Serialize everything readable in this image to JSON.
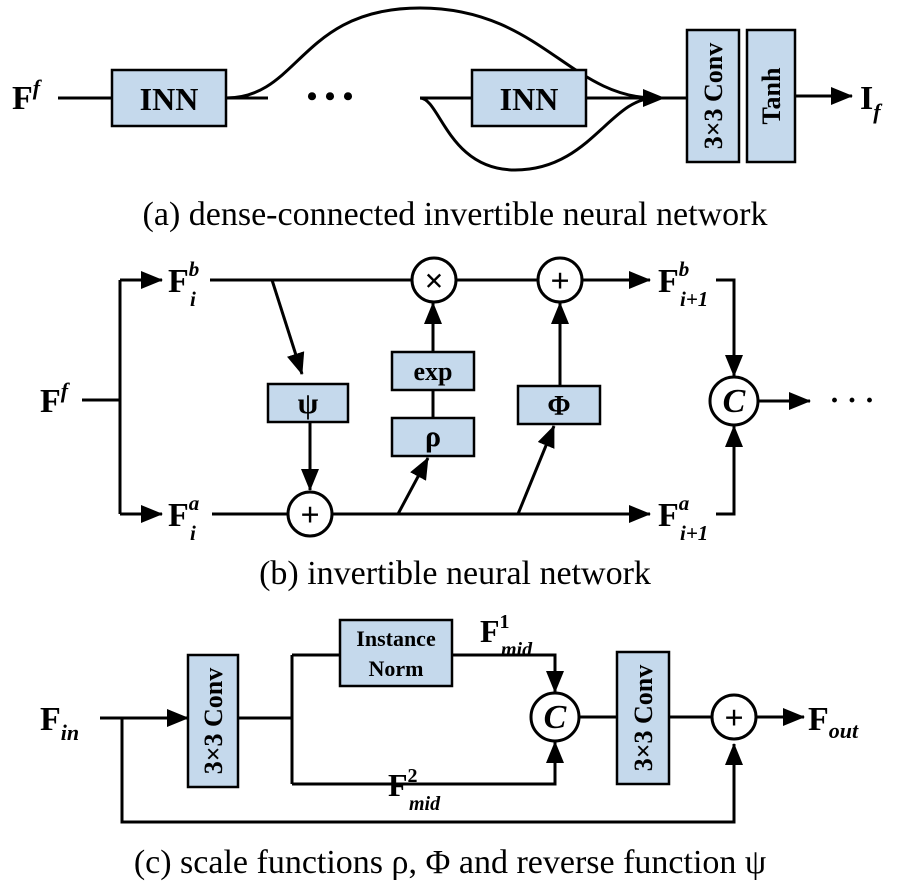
{
  "panel_a": {
    "caption": "(a) dense-connected invertible neural network",
    "input": {
      "main": "F",
      "sup": "f"
    },
    "output": {
      "main": "I",
      "sub": "f"
    },
    "inn_block_1": "INN",
    "inn_block_2": "INN",
    "ellipsis": "• • •",
    "conv": "3×3 Conv",
    "tanh": "Tanh"
  },
  "panel_b": {
    "caption": "(b) invertible neural network",
    "input": {
      "main": "F",
      "sup": "f"
    },
    "fib": {
      "main": "F",
      "sup": "b",
      "sub": "i"
    },
    "fia": {
      "main": "F",
      "sup": "a",
      "sub": "i"
    },
    "fib_next": {
      "main": "F",
      "sup": "b",
      "sub": "i+1"
    },
    "fia_next": {
      "main": "F",
      "sup": "a",
      "sub": "i+1"
    },
    "psi": "ψ",
    "exp": "exp",
    "rho": "ρ",
    "phi": "Φ",
    "multiply": "×",
    "plus": "+",
    "concat": "C",
    "ellipsis": "· · ·"
  },
  "panel_c": {
    "caption": "(c) scale functions ρ, Φ and reverse function ψ",
    "input": {
      "main": "F",
      "sub": "in"
    },
    "output": {
      "main": "F",
      "sub": "out"
    },
    "conv_1": "3×3 Conv",
    "conv_2": "3×3 Conv",
    "instance_norm_line1": "Instance",
    "instance_norm_line2": "Norm",
    "fmid1": {
      "main": "F",
      "sup": "1",
      "sub": "mid"
    },
    "fmid2": {
      "main": "F",
      "sup": "2",
      "sub": "mid"
    },
    "concat": "C",
    "plus": "+"
  },
  "colors": {
    "block_fill": "#c5d9ec",
    "stroke": "#000000"
  }
}
